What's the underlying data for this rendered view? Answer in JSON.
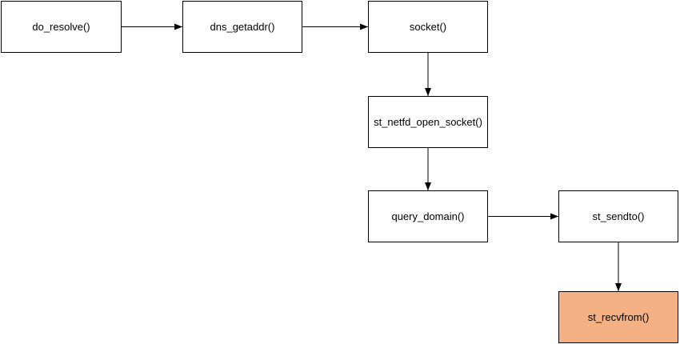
{
  "nodes": [
    {
      "id": "do_resolve",
      "label": "do_resolve()"
    },
    {
      "id": "dns_getaddr",
      "label": "dns_getaddr()"
    },
    {
      "id": "socket",
      "label": "socket()"
    },
    {
      "id": "st_netfd_open_socket",
      "label": "st_netfd_open_socket()"
    },
    {
      "id": "query_domain",
      "label": "query_domain()"
    },
    {
      "id": "st_sendto",
      "label": "st_sendto()"
    },
    {
      "id": "st_recvfrom",
      "label": "st_recvfrom()",
      "highlight": true
    }
  ],
  "edges": [
    {
      "from": "do_resolve",
      "to": "dns_getaddr"
    },
    {
      "from": "dns_getaddr",
      "to": "socket"
    },
    {
      "from": "socket",
      "to": "st_netfd_open_socket"
    },
    {
      "from": "st_netfd_open_socket",
      "to": "query_domain"
    },
    {
      "from": "query_domain",
      "to": "st_sendto"
    },
    {
      "from": "st_sendto",
      "to": "st_recvfrom"
    }
  ],
  "colors": {
    "node_fill": "#ffffff",
    "highlight_fill": "#f4b183",
    "stroke": "#000000"
  }
}
